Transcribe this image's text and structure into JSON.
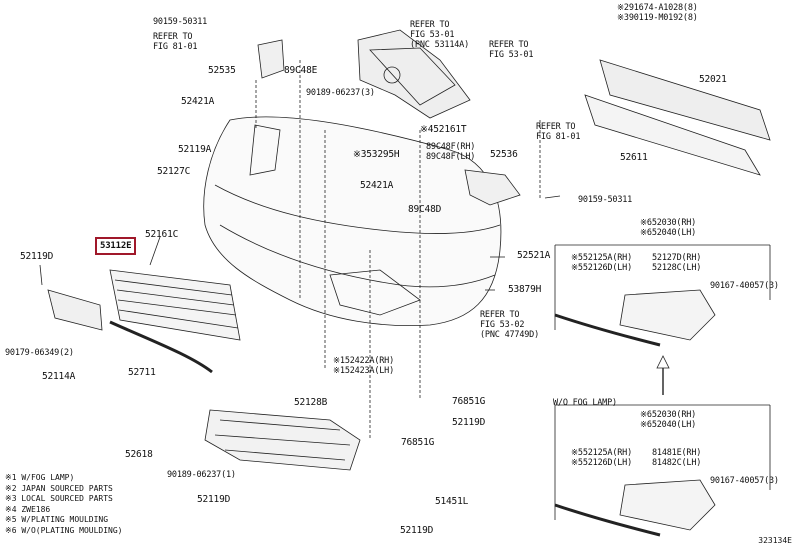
{
  "labels": {
    "p90159_top": "90159-50311",
    "refer81_a": "REFER TO\nFIG 81-01",
    "p52535": "52535",
    "p89C48E": "89C48E",
    "p52421A_l": "52421A",
    "p90189_3": "90189-06237(3)",
    "p52119A": "52119A",
    "p52127C": "52127C",
    "refer53_a": "REFER TO\nFIG 53-01\n(PNC 53114A)",
    "refer53_b": "REFER TO\nFIG 53-01",
    "refer81_b": "REFER TO\nFIG 81-01",
    "p52161T": "※452161T",
    "p53295H": "※353295H",
    "p89C48F": "89C48F(RH)\n89C48F(LH)",
    "p52536": "52536",
    "p52421A_m": "52421A",
    "p89C48D": "89C48D",
    "p90159_right": "90159-50311",
    "p53112E": "53112E",
    "p52161C": "52161C",
    "p52119D_l": "52119D",
    "p52521A": "52521A",
    "p53879H": "53879H",
    "refer53_c": "REFER TO\nFIG 53-02\n(PNC 47749D)",
    "p90179": "90179-06349(2)",
    "p52114A": "52114A",
    "p52711": "52711",
    "p52422A": "※152422A(RH)\n※152423A(LH)",
    "p52128B": "52128B",
    "p76851G_a": "76851G",
    "p52119D_m": "52119D",
    "p76851G_b": "76851G",
    "p52618": "52618",
    "p90189_1": "90189-06237(1)",
    "p52119D_b": "52119D",
    "p51451L": "51451L",
    "p52119D_c": "52119D",
    "top_right": "※291674-A1028(8)\n※390119-M0192(8)",
    "p52021": "52021",
    "p52611": "52611",
    "fog_block_nums": "※652030(RH)\n※652040(LH)",
    "fog_block_a": "※552125A(RH)\n※552126D(LH)",
    "fog_block_b": "52127D(RH)\n52128C(LH)",
    "p90167_a": "90167-40057(3)",
    "wo_fog": "W/O FOG LAMP)",
    "wo_block_nums": "※652030(RH)\n※652040(LH)",
    "wo_block_a": "※552125A(RH)\n※552126D(LH)",
    "wo_block_b": "81481E(RH)\n81482C(LH)",
    "p90167_b": "90167-40057(3)"
  },
  "legend": [
    "※1 W/FOG LAMP)",
    "※2 JAPAN SOURCED PARTS",
    "※3 LOCAL SOURCED PARTS",
    "※4 ZWE186",
    "※5 W/PLATING MOULDING",
    "※6 W/O(PLATING MOULDING)"
  ],
  "footer": "323134E",
  "colors": {
    "ink": "#111111",
    "highlight": "#a0182a"
  }
}
